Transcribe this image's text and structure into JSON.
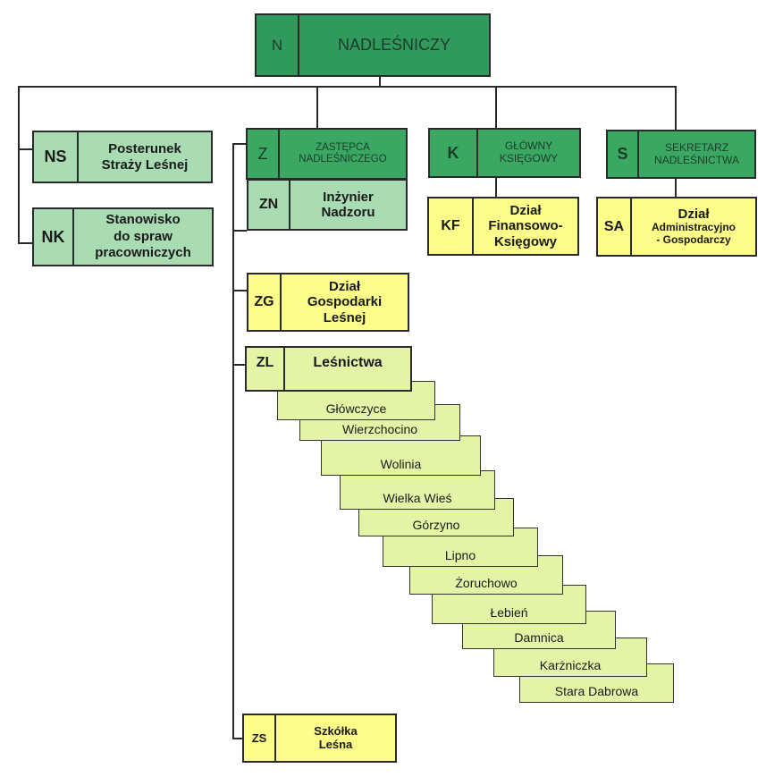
{
  "chart_title": "",
  "colors": {
    "top": "#2f9a5c",
    "deputy": "#3aa862",
    "staff": "#a9dcb3",
    "department": "#fdfd8a",
    "forestry": "#e4f4a6"
  },
  "n": {
    "code": "N",
    "label": "NADLEŚNICZY"
  },
  "ns": {
    "code": "NS",
    "label": "Posterunek\nStraży Leśnej"
  },
  "nk": {
    "code": "NK",
    "label": "Stanowisko\ndo  spraw\npracowniczych"
  },
  "z": {
    "code": "Z",
    "label": "ZASTĘPCA\nNADLEŚNICZEGO"
  },
  "zn": {
    "code": "ZN",
    "label": "Inżynier\nNadzoru"
  },
  "k": {
    "code": "K",
    "label": "GŁÓWNY\nKSIĘGOWY"
  },
  "kf": {
    "code": "KF",
    "label": "Dział\nFinansowo-\nKsięgowy"
  },
  "s": {
    "code": "S",
    "label": "SEKRETARZ\nNADLEŚNICTWA"
  },
  "sa": {
    "code": "SA",
    "label_main": "Dział",
    "label_sub": "Administracyjno\n- Gospodarczy"
  },
  "zg": {
    "code": "ZG",
    "label": "Dział\nGospodarki\nLeśnej"
  },
  "zl": {
    "code": "ZL",
    "label": "Leśnictwa"
  },
  "forestries": [
    "Główczyce",
    "Wierzchocino",
    "Wolinia",
    "Wielka Wieś",
    "Górzyno",
    "Lipno",
    "Żoruchowo",
    "Łebień",
    "Damnica",
    "Karżniczka",
    "Stara Dabrowa"
  ],
  "zs": {
    "code": "ZS",
    "label": "Szkółka\nLeśna"
  }
}
